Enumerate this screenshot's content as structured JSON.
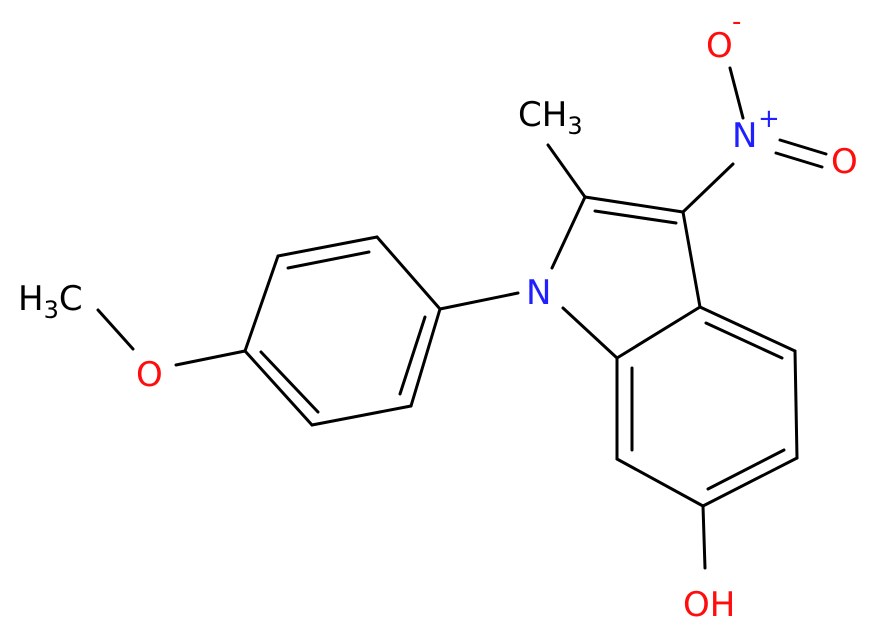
{
  "colors": {
    "bond": "#000000",
    "carbon": "#000000",
    "nitrogen": "#1f1fff",
    "oxygen": "#ff0d0d"
  },
  "labels": {
    "methyl_c": "C",
    "methyl_h": "H",
    "methyl_sub": "3",
    "nitro_n": "N",
    "nitro_plus": "+",
    "nitro_o_minus": "O",
    "minus_sign": "-",
    "nitro_o_double": "O",
    "ring_n": "N",
    "methoxy_h": "H",
    "methoxy_sub": "3",
    "methoxy_c": "C",
    "methoxy_o": "O",
    "hydroxyl": "OH"
  }
}
